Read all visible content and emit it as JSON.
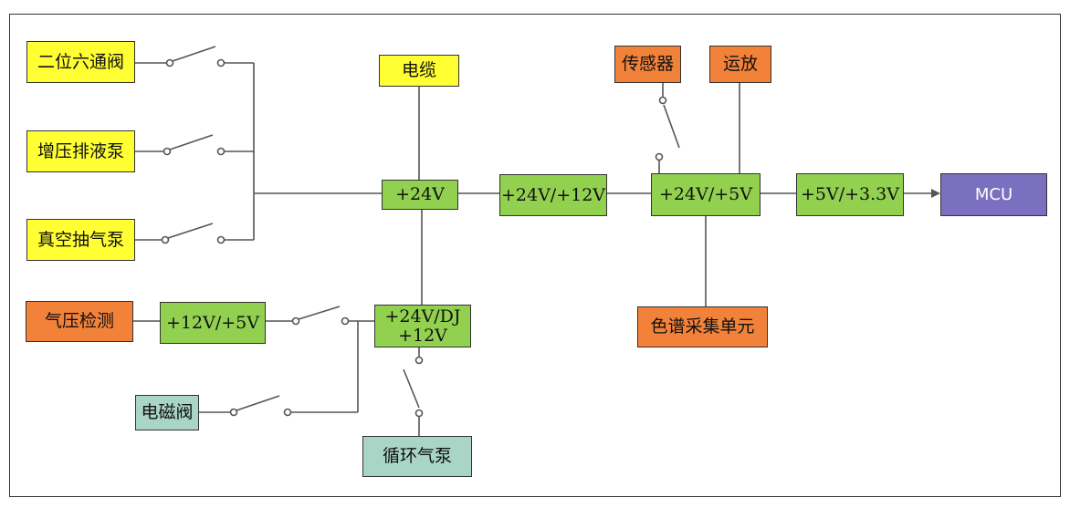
{
  "nodes": {
    "valve6": "二位六通阀",
    "boost_pump": "增压排液泵",
    "vacuum_pump": "真空抽气泵",
    "pressure_detect": "气压检测",
    "solenoid": "电磁阀",
    "cable": "电缆",
    "p24": "+24V",
    "p24_12": "+24V/+12V",
    "p24_5": "+24V/+5V",
    "p5_33": "+5V/+3.3V",
    "mcu": "MCU",
    "sensor": "传感器",
    "opamp": "运放",
    "chroma": "色谱采集单元",
    "p12_5": "+12V/+5V",
    "dj_line1": "+24V/DJ",
    "dj_line2": "+12V",
    "circ_pump": "循环气泵"
  },
  "colors": {
    "yellow": "#ffff33",
    "green": "#92d050",
    "orange": "#f2823a",
    "teal": "#a8d5c5",
    "purple": "#7b6fbf"
  }
}
